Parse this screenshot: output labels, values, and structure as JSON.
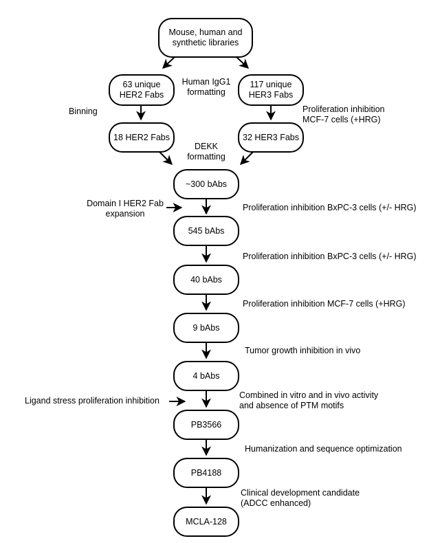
{
  "diagram": {
    "nodes": {
      "libraries": "Mouse, human and\nsynthetic libraries",
      "her2_63": "63 unique\nHER2 Fabs",
      "her3_117": "117 unique\nHER3 Fabs",
      "her2_18": "18 HER2 Fabs",
      "her3_32": "32 HER3 Fabs",
      "babs_300": "~300 bAbs",
      "babs_545": "545 bAbs",
      "babs_40": "40 bAbs",
      "babs_9": "9 bAbs",
      "babs_4": "4 bAbs",
      "pb3566": "PB3566",
      "pb4188": "PB4188",
      "mcla128": "MCLA-128"
    },
    "labels": {
      "igg1_formatting": "Human IgG1\nformatting",
      "binning": "Binning",
      "prolif_mcf7_two_line": "Proliferation inhibition\nMCF-7 cells (+HRG)",
      "dekk_formatting": "DEKK\nformatting",
      "domain1_expansion": "Domain I HER2 Fab\nexpansion",
      "prolif_bxpc3_a": "Proliferation inhibition BxPC-3 cells (+/- HRG)",
      "prolif_bxpc3_b": "Proliferation inhibition BxPC-3 cells (+/- HRG)",
      "prolif_mcf7": "Proliferation inhibition MCF-7 cells (+HRG)",
      "tumor_growth": "Tumor growth inhibition in vivo",
      "combined_activity": "Combined in vitro and in vivo activity\nand absence of PTM motifs",
      "ligand_stress": "Ligand stress proliferation inhibition",
      "humanization": "Humanization and sequence optimization",
      "clinical_candidate": "Clinical development candidate\n(ADCC enhanced)"
    },
    "colors": {
      "line": "#000000",
      "node_fill": "#ffffff",
      "background": "#ffffff"
    }
  }
}
